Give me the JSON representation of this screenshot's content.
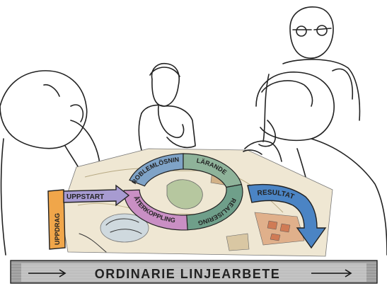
{
  "diagram": {
    "cycle_stages": [
      {
        "label": "PROBLEMLÖSNING",
        "color": "#7fa3c7"
      },
      {
        "label": "LÄRANDE",
        "color": "#8fb39a"
      },
      {
        "label": "REALISERING",
        "color": "#6f9f8a"
      },
      {
        "label": "ÅTERKOPPLING",
        "color": "#c98fc4"
      }
    ],
    "uppdrag_label": "UPPDRAG",
    "uppdrag_color": "#f0a64a",
    "uppstart_label": "UPPSTART",
    "uppstart_color": "#a79bd1",
    "resultat_label": "RESULTAT",
    "resultat_color": "#4b84c4",
    "banner_label": "ORDINARIE LINJEARBETE",
    "banner_color": "#9a9a9a"
  }
}
